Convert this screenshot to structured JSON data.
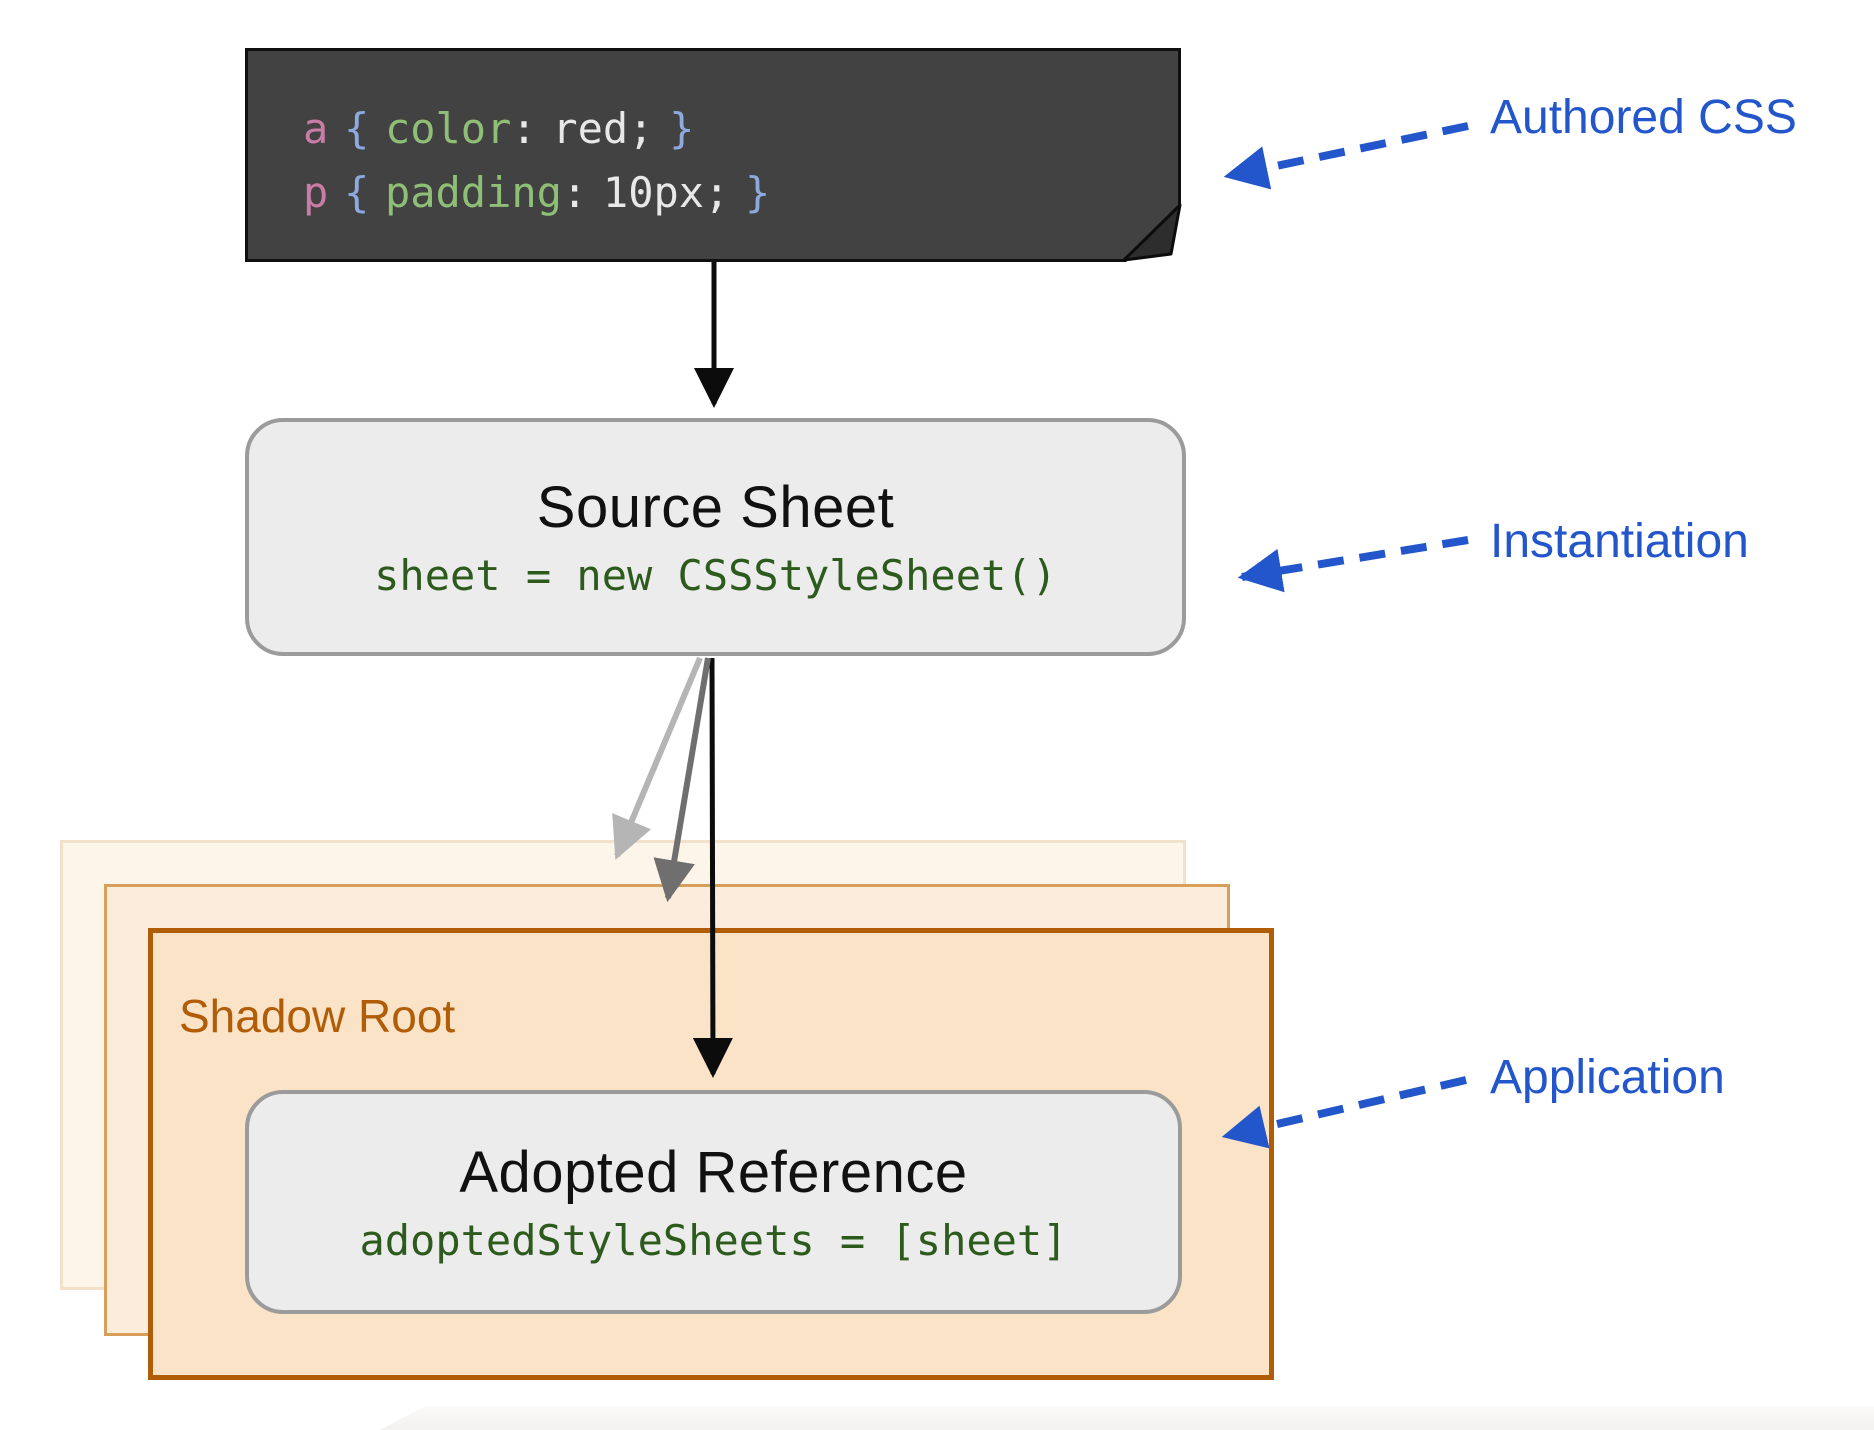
{
  "diagram": {
    "authored": {
      "annotation": "Authored CSS",
      "code": [
        {
          "selector": "a",
          "brace_open": "{",
          "property": "color",
          "colon": ":",
          "value": "red;",
          "brace_close": "}"
        },
        {
          "selector": "p",
          "brace_open": "{",
          "property": "padding",
          "colon": ":",
          "value": "10px;",
          "brace_close": "}"
        }
      ]
    },
    "source_sheet": {
      "title": "Source Sheet",
      "code": "sheet = new CSSStyleSheet()",
      "annotation": "Instantiation"
    },
    "shadow_root": {
      "title": "Shadow Root"
    },
    "adopted_reference": {
      "title": "Adopted Reference",
      "code": "adoptedStyleSheets = [sheet]",
      "annotation": "Application"
    },
    "colors": {
      "annotation_blue": "#2355cb",
      "code_card_bg": "#424242",
      "selector_pink": "#c97ca5",
      "brace_blue": "#8da9dd",
      "property_green": "#8fbf76",
      "value_gray": "#e8e8e8",
      "code_green": "#2d5a1d",
      "shadow_orange_border": "#b15c06",
      "shadow_orange_fill": "#fae3c7",
      "box_gray_fill": "#ececec",
      "box_gray_border": "#9b9b9b",
      "arrow_black": "#0c0c0c",
      "arrow_gray_light": "#b5b5b5",
      "arrow_gray_dark": "#6f6f6f"
    }
  }
}
